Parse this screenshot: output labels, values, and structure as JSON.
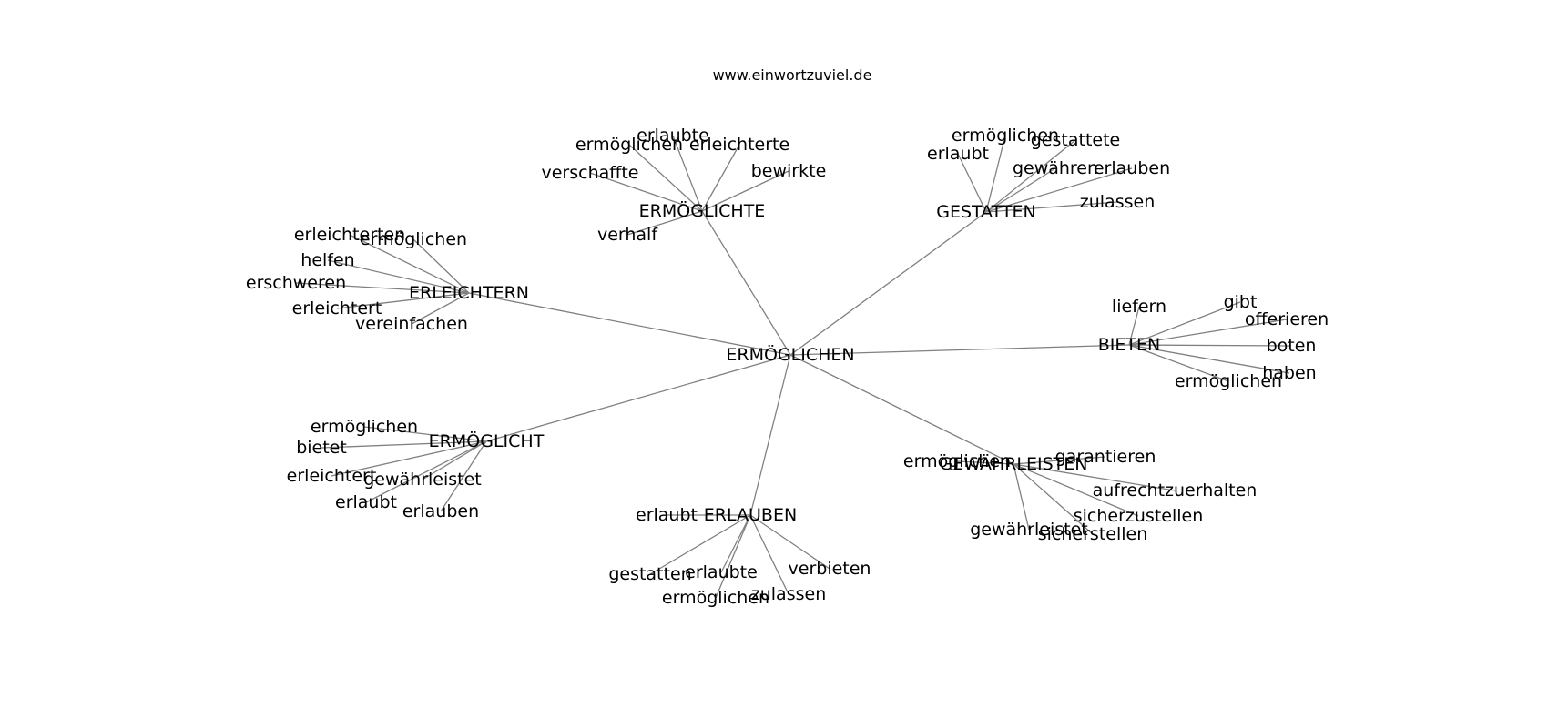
{
  "title": "www.einwortzuviel.de",
  "center": "ERMÖGLICHEN",
  "hubs": [
    {
      "label": "ERMÖGLICHTE",
      "leaves": [
        "erlaubte",
        "ermöglichen",
        "erleichterte",
        "verschaffte",
        "bewirkte",
        "verhalf"
      ]
    },
    {
      "label": "GESTATTEN",
      "leaves": [
        "ermöglichen",
        "gestattete",
        "erlaubt",
        "gewähren",
        "erlauben",
        "zulassen"
      ]
    },
    {
      "label": "ERLEICHTERN",
      "leaves": [
        "erleichterten",
        "ermöglichen",
        "helfen",
        "erschweren",
        "erleichtert",
        "vereinfachen"
      ]
    },
    {
      "label": "BIETEN",
      "leaves": [
        "liefern",
        "gibt",
        "offerieren",
        "boten",
        "haben",
        "ermöglichen"
      ]
    },
    {
      "label": "ERMÖGLICHT",
      "leaves": [
        "ermöglichen",
        "bietet",
        "erleichtert",
        "gewährleistet",
        "erlaubt",
        "erlauben"
      ]
    },
    {
      "label": "GEWÄHRLEISTEN",
      "leaves": [
        "ermöglichen",
        "garantieren",
        "aufrechtzuerhalten",
        "sicherzustellen",
        "gewährleistet",
        "sicherstellen"
      ]
    },
    {
      "label": "ERLAUBEN",
      "leaves": [
        "erlaubt",
        "gestatten",
        "erlaubte",
        "verbieten",
        "ermöglichen",
        "zulassen"
      ]
    }
  ]
}
